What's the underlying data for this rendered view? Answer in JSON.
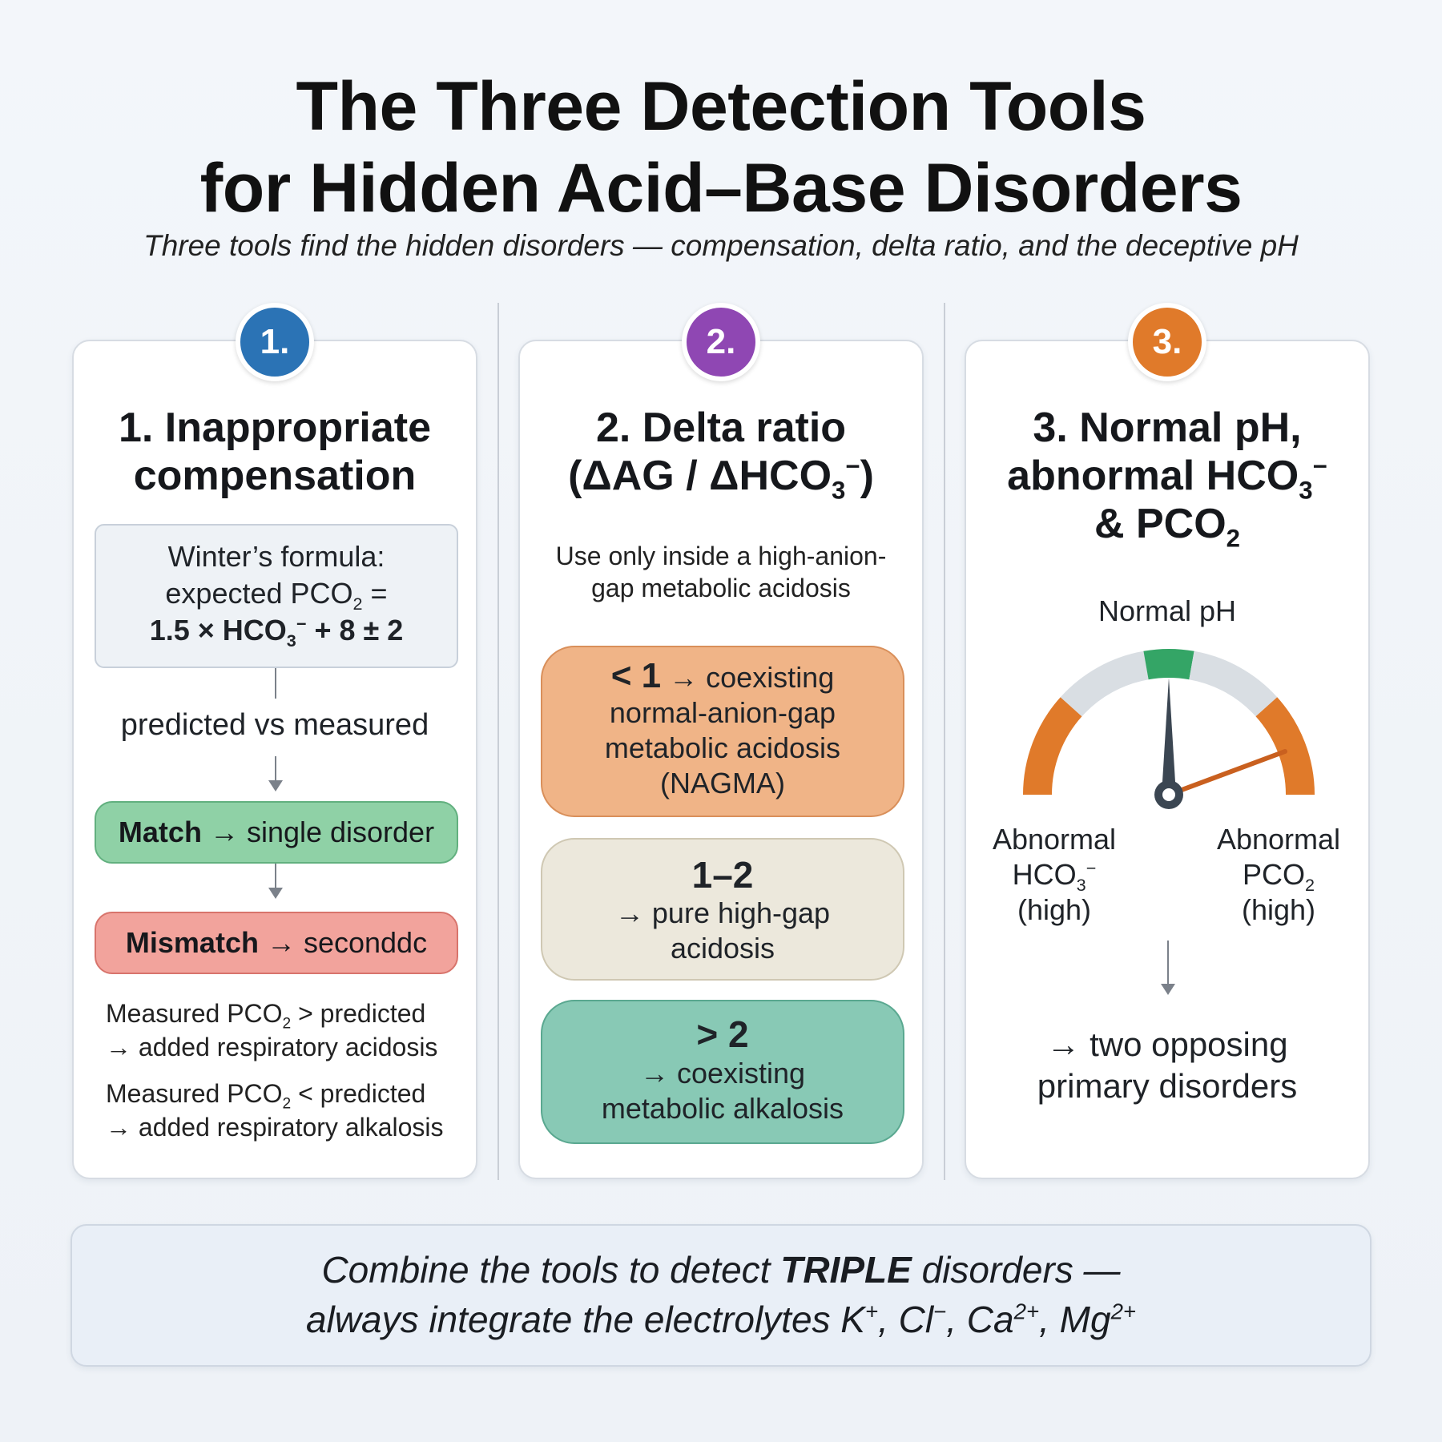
{
  "title": {
    "line1": "The Three Detection Tools",
    "line2": "for Hidden Acid–Base Disorders"
  },
  "subtitle": "Three tools find the hidden disorders — compensation, delta ratio, and the deceptive pH",
  "colors": {
    "badge1": "#2b73b5",
    "badge2": "#8f47b3",
    "badge3": "#e07a2a",
    "match_green": "#8fd1a6",
    "mismatch_red": "#f2a39c",
    "ratio_low": "#f0b487",
    "ratio_mid": "#ece8dc",
    "ratio_high": "#88c9b5",
    "gauge_green": "#34a566",
    "gauge_orange": "#e07a2a",
    "gauge_gray": "#d9dee3",
    "needle": "#3b4652"
  },
  "tools": [
    {
      "badge": "1.",
      "title_line1": "1. Inappropriate",
      "title_line2": "compensation",
      "formula_line1": "Winter’s formula:",
      "formula_line2_pre": "expected PCO",
      "formula_line2_sub": "2",
      "formula_line2_post": " =",
      "formula_line3_pre": "1.5 × HCO",
      "formula_line3_sub": "3",
      "formula_line3_sup": "−",
      "formula_line3_post": " + 8 ± 2",
      "compare_label": "predicted vs measured",
      "match_bold": "Match",
      "match_rest": " → single disorder",
      "mismatch_bold": "Mismatch",
      "mismatch_rest": " → seconddс",
      "note1_pre": "Measured PCO",
      "note1_sub": "2",
      "note1_post": " > predicted",
      "note1_line2": "→ added respiratory acidosis",
      "note2_pre": "Measured PCO",
      "note2_sub": "2",
      "note2_post": " < predicted",
      "note2_line2": "→ added respiratory alkalosis"
    },
    {
      "badge": "2.",
      "title_line1": "2. Delta ratio",
      "title_line2_pre": "(ΔAG / ΔHCO",
      "title_line2_sub": "3",
      "title_line2_sup": "−",
      "title_line2_post": ")",
      "desc_line1": "Use only inside a high-anion-",
      "desc_line2": "gap metabolic acidosis",
      "ratio_low_big": "< 1",
      "ratio_low_line1": " → coexisting",
      "ratio_low_line2": "normal-anion-gap",
      "ratio_low_line3": "metabolic acidosis",
      "ratio_low_line4": "(NAGMA)",
      "ratio_mid_big": "1–2",
      "ratio_mid_line1": "→ pure high-gap",
      "ratio_mid_line2": "acidosis",
      "ratio_high_big": "> 2",
      "ratio_high_line1": "→ coexisting",
      "ratio_high_line2": "metabolic alkalosis"
    },
    {
      "badge": "3.",
      "title_line1": "3. Normal pH,",
      "title_line2_pre": "abnormal HCO",
      "title_line2_sub": "3",
      "title_line2_sup": "−",
      "title_line3_pre": "& PCO",
      "title_line3_sub": "2",
      "gauge_label": "Normal pH",
      "left_line1": "Abnormal",
      "left_line2_pre": "HCO",
      "left_line2_sub": "3",
      "left_line2_sup": "−",
      "left_line3": "(high)",
      "right_line1": "Abnormal",
      "right_line2_pre": "PCO",
      "right_line2_sub": "2",
      "right_line3": "(high)",
      "conclusion_line1": "→ two opposing",
      "conclusion_line2": "primary disorders"
    }
  ],
  "footer": {
    "line1_pre": "Combine the tools to detect ",
    "line1_bold": "TRIPLE",
    "line1_post": " disorders —",
    "line2_pre": "always integrate the electrolytes K",
    "k_sup": "+",
    "cl": ", Cl",
    "cl_sup": "−",
    "ca": ", Ca",
    "ca_sup": "2+",
    "mg": ", Mg",
    "mg_sup": "2+"
  }
}
